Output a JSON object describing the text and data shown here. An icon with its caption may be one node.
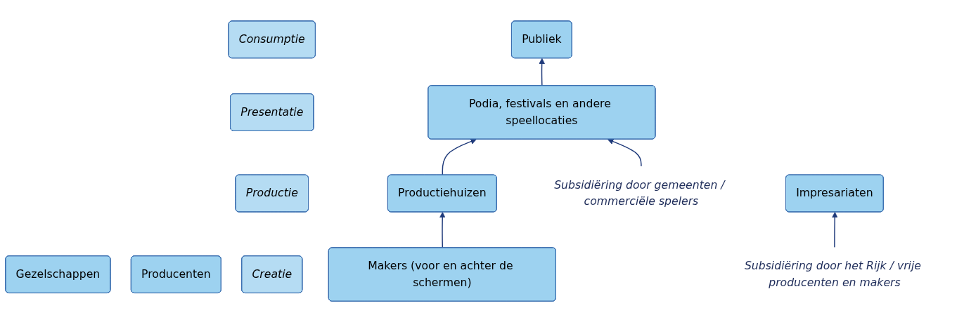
{
  "diagram": {
    "nodes": [
      {
        "text": [
          "Consumptie"
        ]
      },
      {
        "text": [
          "Publiek"
        ]
      },
      {
        "text": [
          "Presentatie"
        ]
      },
      {
        "text": [
          "Podia, festivals en andere speellocaties"
        ]
      },
      {
        "text": [
          "Subsidiëring door gemeenten / commerciële spelers"
        ]
      },
      {
        "text": [
          "Productie"
        ]
      },
      {
        "text": [
          "Gezelschappen"
        ]
      },
      {
        "text": [
          "Productiehuizen"
        ]
      },
      {
        "text": [
          "Producenten"
        ]
      },
      {
        "text": [
          "Impresariaten"
        ]
      },
      {
        "text": [
          "Subsidiëring door het Rijk / vrije producenten en makers"
        ]
      },
      {
        "text": [
          "Creatie"
        ]
      },
      {
        "text": [
          "Makers (voor en achter de schermen)"
        ]
      }
    ],
    "edges": [
      {
        "from": 12,
        "to": 7,
        "arrow": "to"
      },
      {
        "from": 7,
        "to": 3,
        "arrow": "to"
      },
      {
        "from": 3,
        "to": 1,
        "arrow": "to"
      },
      {
        "from": 4,
        "to": 3,
        "arrow": "to"
      },
      {
        "from": 10,
        "to": 9,
        "arrow": "to"
      }
    ]
  }
}
